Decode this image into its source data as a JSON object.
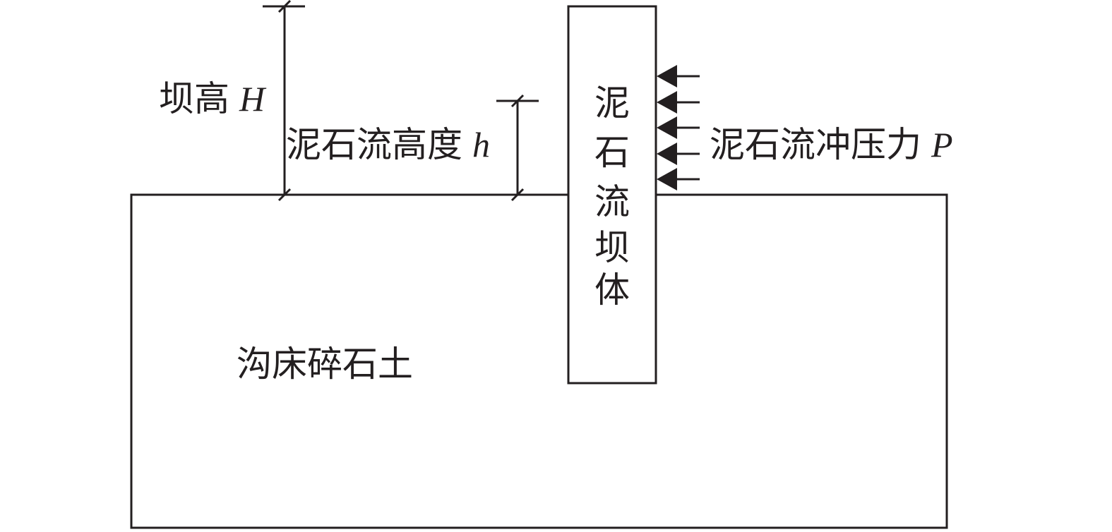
{
  "labels": {
    "dam_height": "坝高",
    "dam_height_symbol": "H",
    "flow_height": "泥石流高度",
    "flow_height_symbol": "h",
    "impact_pressure": "泥石流冲压力",
    "impact_pressure_symbol": "P",
    "dam_body": [
      "泥",
      "石",
      "流",
      "坝",
      "体"
    ],
    "bed_soil": "沟床碎石土"
  },
  "colors": {
    "line": "#231f20",
    "background": "#ffffff"
  }
}
